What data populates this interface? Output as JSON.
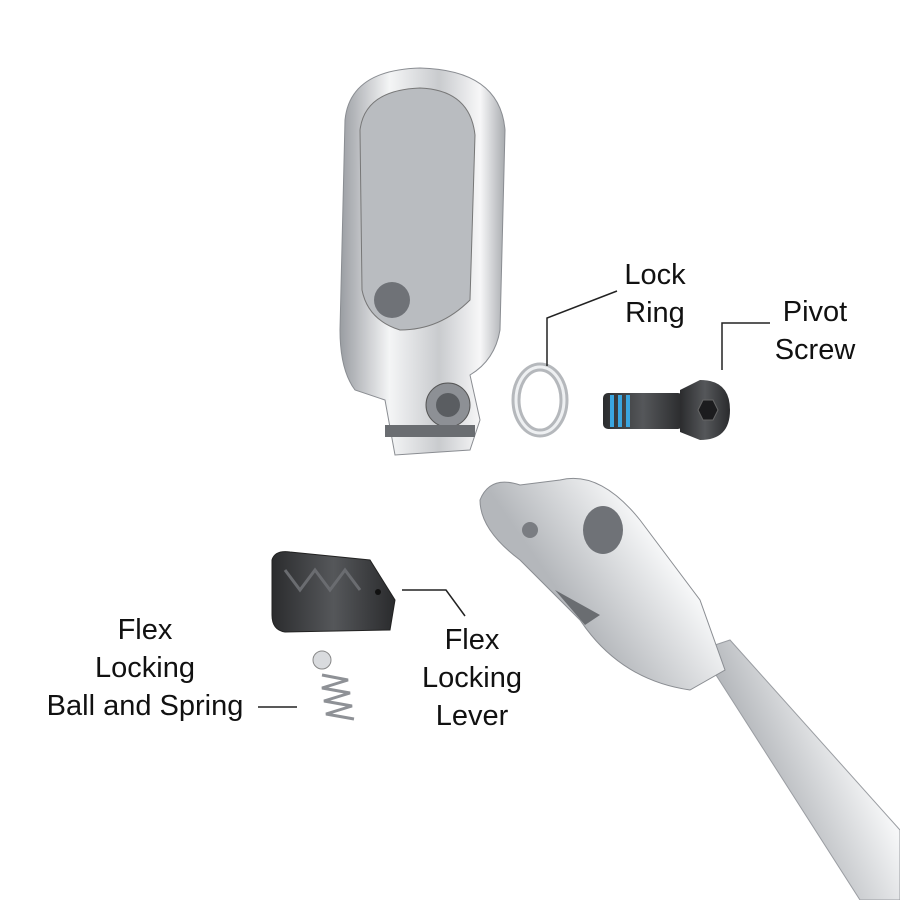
{
  "labels": {
    "lock_ring": [
      "Lock",
      "Ring"
    ],
    "pivot_screw": [
      "Pivot",
      "Screw"
    ],
    "flex_locking_lever": [
      "Flex",
      "Locking",
      "Lever"
    ],
    "ball_and_spring": [
      "Flex",
      "Locking",
      "Ball and Spring"
    ]
  },
  "colors": {
    "chrome": "#d8dadd",
    "chrome_dark": "#8a8d92",
    "black_part": "#3a3b3d",
    "thread_blue": "#3aa6e0",
    "leader": "#222222"
  }
}
